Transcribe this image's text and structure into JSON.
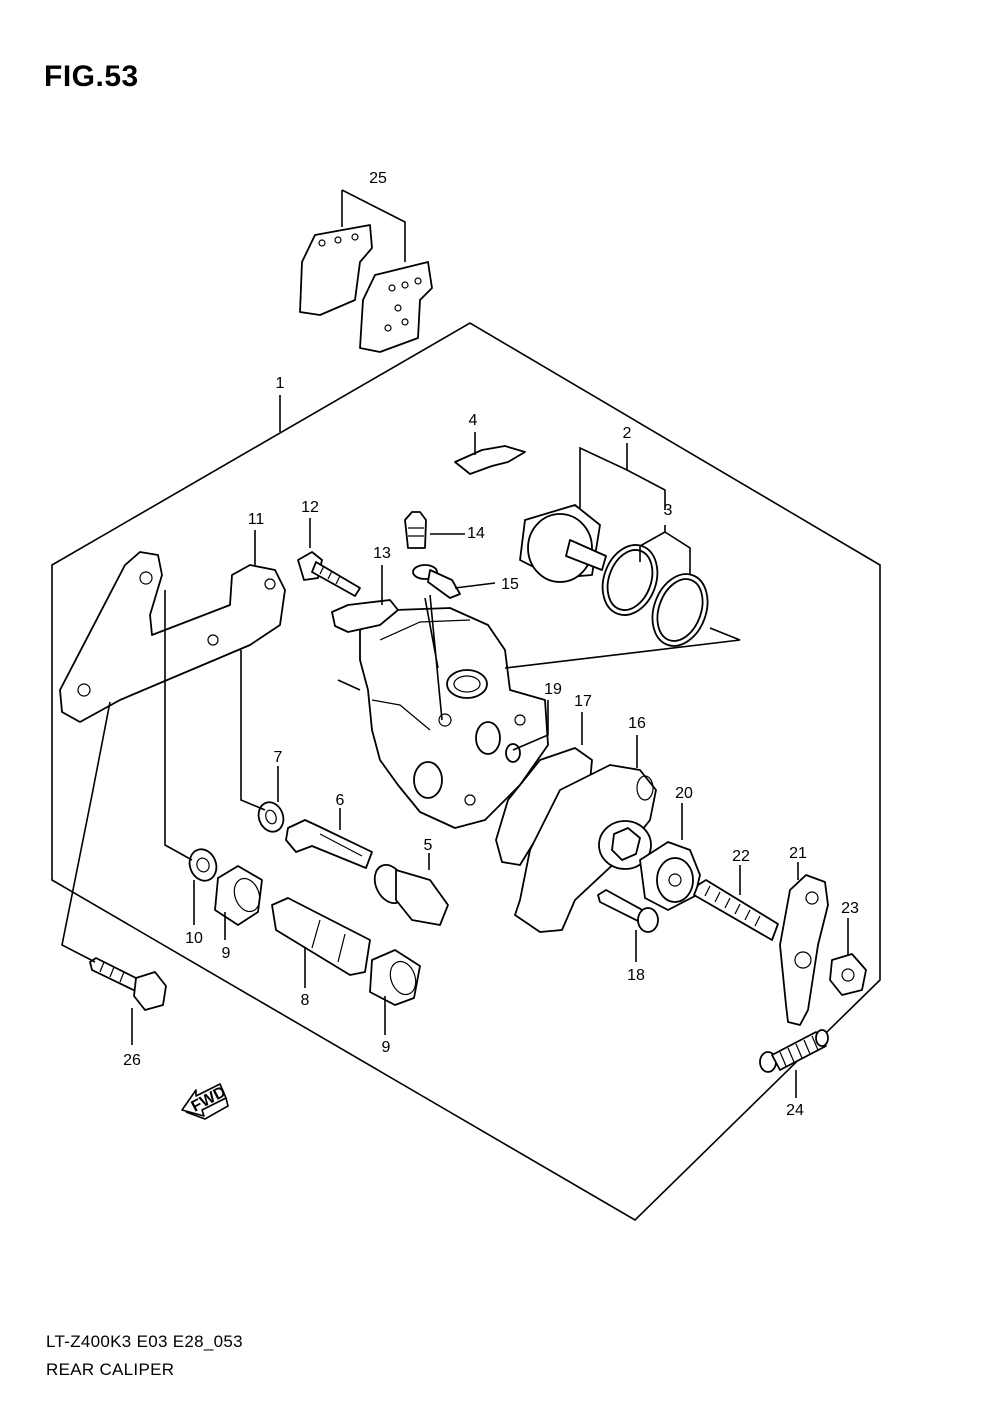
{
  "figure": {
    "title": "FIG.53"
  },
  "footer": {
    "model_code": "LT-Z400K3 E03 E28_053",
    "page_name": "REAR CALIPER"
  },
  "fwd_arrow": {
    "label": "FWD",
    "icon": "fwd-arrow-icon"
  },
  "callouts": [
    {
      "id": "c1",
      "label": "1"
    },
    {
      "id": "c2",
      "label": "2"
    },
    {
      "id": "c3",
      "label": "3"
    },
    {
      "id": "c4",
      "label": "4"
    },
    {
      "id": "c5",
      "label": "5"
    },
    {
      "id": "c6",
      "label": "6"
    },
    {
      "id": "c7",
      "label": "7"
    },
    {
      "id": "c8",
      "label": "8"
    },
    {
      "id": "c9a",
      "label": "9"
    },
    {
      "id": "c9b",
      "label": "9"
    },
    {
      "id": "c10",
      "label": "10"
    },
    {
      "id": "c11",
      "label": "11"
    },
    {
      "id": "c12",
      "label": "12"
    },
    {
      "id": "c13",
      "label": "13"
    },
    {
      "id": "c14",
      "label": "14"
    },
    {
      "id": "c15",
      "label": "15"
    },
    {
      "id": "c16",
      "label": "16"
    },
    {
      "id": "c17",
      "label": "17"
    },
    {
      "id": "c18",
      "label": "18"
    },
    {
      "id": "c19",
      "label": "19"
    },
    {
      "id": "c20",
      "label": "20"
    },
    {
      "id": "c21",
      "label": "21"
    },
    {
      "id": "c22",
      "label": "22"
    },
    {
      "id": "c23",
      "label": "23"
    },
    {
      "id": "c24",
      "label": "24"
    },
    {
      "id": "c25",
      "label": "25"
    },
    {
      "id": "c26",
      "label": "26"
    }
  ]
}
